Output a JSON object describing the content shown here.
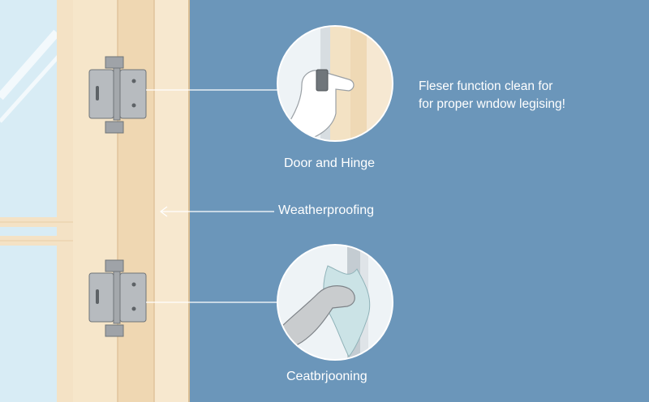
{
  "labels": {
    "caption_line1": "Fleser function clean for",
    "caption_line2": "for proper wndow legising!",
    "door_hinge": "Door and Hinge",
    "weatherproofing": "Weatherproofing",
    "cleaning": "Ceatbrjooning"
  },
  "colors": {
    "background": "#6b96ba",
    "frame": "#f2dfc1",
    "glass": "#d8ecf5",
    "hinge": "#a8acb0",
    "text": "#ffffff"
  }
}
